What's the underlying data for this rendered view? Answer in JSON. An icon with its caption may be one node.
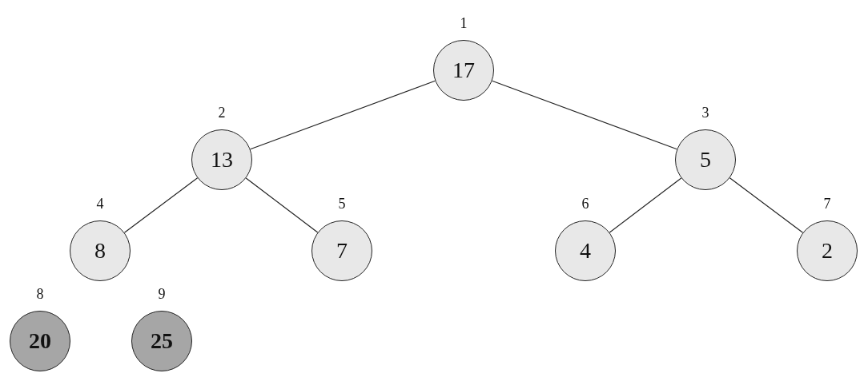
{
  "diagram": {
    "nodes": [
      {
        "text": [
          "17"
        ],
        "beside": [
          "1"
        ]
      },
      {
        "text": [
          "13"
        ],
        "beside": [
          "2"
        ]
      },
      {
        "text": [
          "5"
        ],
        "beside": [
          "3"
        ]
      },
      {
        "text": [
          "8"
        ],
        "beside": [
          "4"
        ]
      },
      {
        "text": [
          "7"
        ],
        "beside": [
          "5"
        ]
      },
      {
        "text": [
          "4"
        ],
        "beside": [
          "6"
        ]
      },
      {
        "text": [
          "2"
        ],
        "beside": [
          "7"
        ]
      },
      {
        "text": [
          "20"
        ],
        "beside": [
          "8"
        ]
      },
      {
        "text": [
          "25"
        ],
        "beside": [
          "9"
        ]
      }
    ],
    "edges": [
      {
        "from": 0,
        "to": 1,
        "arrow": "none"
      },
      {
        "from": 0,
        "to": 2,
        "arrow": "none"
      },
      {
        "from": 1,
        "to": 3,
        "arrow": "none"
      },
      {
        "from": 1,
        "to": 4,
        "arrow": "none"
      },
      {
        "from": 2,
        "to": 5,
        "arrow": "none"
      },
      {
        "from": 2,
        "to": 6,
        "arrow": "none"
      }
    ]
  }
}
